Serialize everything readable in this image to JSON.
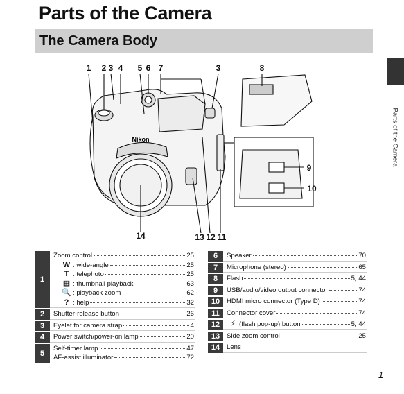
{
  "page": {
    "title": "Parts of the Camera",
    "section": "The Camera Body",
    "number": "1",
    "side_label": "Parts of the Camera"
  },
  "callouts": [
    "1",
    "2",
    "3",
    "4",
    "5",
    "6",
    "7",
    "3",
    "8",
    "9",
    "10",
    "11",
    "12",
    "13",
    "14"
  ],
  "figure": {
    "brand": "Nikon"
  },
  "parts_left": [
    {
      "num": "1",
      "lines": [
        {
          "text": "Zoom control",
          "page": "25"
        },
        {
          "symbol": "W",
          "text": ": wide-angle",
          "page": "25"
        },
        {
          "symbol": "T",
          "text": ": telephoto",
          "page": "25"
        },
        {
          "symbol": "▦",
          "text": ": thumbnail playback",
          "page": "63"
        },
        {
          "symbol": "🔍",
          "text": ": playback zoom",
          "page": "62"
        },
        {
          "symbol": "?",
          "text": ": help",
          "page": "32"
        }
      ]
    },
    {
      "num": "2",
      "lines": [
        {
          "text": "Shutter-release button",
          "page": "26"
        }
      ]
    },
    {
      "num": "3",
      "lines": [
        {
          "text": "Eyelet for camera strap",
          "page": "4"
        }
      ]
    },
    {
      "num": "4",
      "lines": [
        {
          "text": "Power switch/power-on lamp",
          "page": "20"
        }
      ]
    },
    {
      "num": "5",
      "lines": [
        {
          "text": "Self-timer lamp",
          "page": "47"
        },
        {
          "text": "AF-assist illuminator",
          "page": "72"
        }
      ]
    }
  ],
  "parts_right": [
    {
      "num": "6",
      "lines": [
        {
          "text": "Speaker",
          "page": "70"
        }
      ]
    },
    {
      "num": "7",
      "lines": [
        {
          "text": "Microphone (stereo)",
          "page": "65"
        }
      ]
    },
    {
      "num": "8",
      "lines": [
        {
          "text": "Flash",
          "page": "5, 44"
        }
      ]
    },
    {
      "num": "9",
      "lines": [
        {
          "text": "USB/audio/video output connector",
          "page": "74"
        }
      ]
    },
    {
      "num": "10",
      "lines": [
        {
          "text": "HDMI micro connector (Type D)",
          "page": "74"
        }
      ]
    },
    {
      "num": "11",
      "lines": [
        {
          "text": "Connector cover",
          "page": "74"
        }
      ]
    },
    {
      "num": "12",
      "lines": [
        {
          "symbol": "⚡",
          "text": " (flash pop-up) button",
          "page": "5, 44"
        }
      ]
    },
    {
      "num": "13",
      "lines": [
        {
          "text": "Side zoom control",
          "page": "25"
        }
      ]
    },
    {
      "num": "14",
      "lines": [
        {
          "text": "Lens",
          "page": ""
        }
      ]
    }
  ]
}
